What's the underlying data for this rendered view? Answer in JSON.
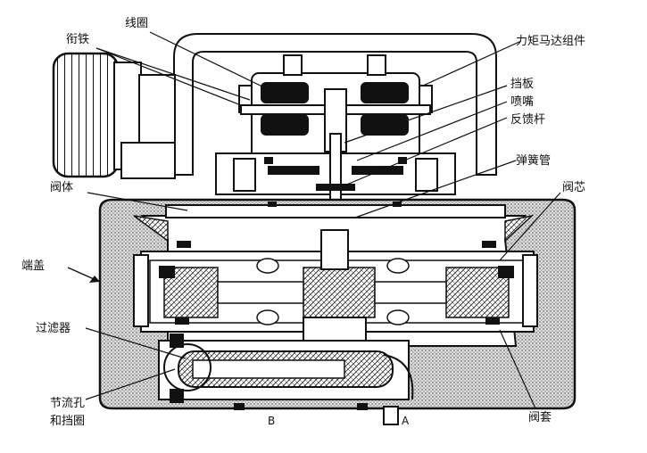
{
  "labels": {
    "armature": "衔铁",
    "coil": "线圈",
    "torque_motor": "力矩马达组件",
    "baffle": "挡板",
    "nozzle": "喷嘴",
    "feedback_rod": "反馈杆",
    "spring_tube": "弹簧管",
    "valve_body": "阀体",
    "spool": "阀芯",
    "end_cap": "端盖",
    "filter": "过滤器",
    "orifice_line1": "节流孔",
    "orifice_line2": "和挡圈",
    "sleeve": "阀套",
    "port_b": "B",
    "port_a": "A"
  },
  "colors": {
    "ink": "#111111",
    "hatch": "#9a9a9a",
    "paper": "#ffffff"
  }
}
